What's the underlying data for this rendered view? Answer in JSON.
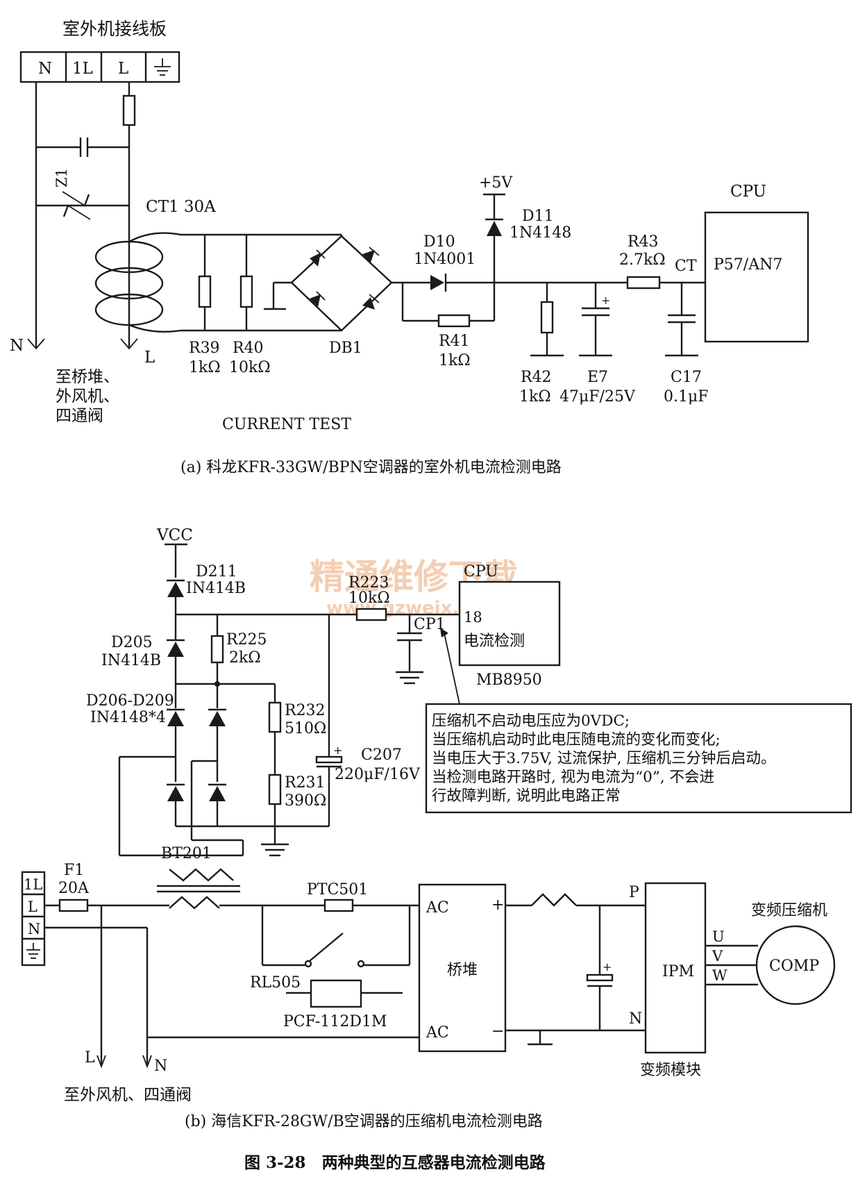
{
  "figure_a": {
    "terminal_block_title": "室外机接线板",
    "terminals": [
      "N",
      "1L",
      "L",
      "⏚"
    ],
    "labels": {
      "z1": "Z1",
      "ct1": "CT1 30A",
      "n_out": "N",
      "l_out": "L",
      "dest_1": "至桥堆、",
      "dest_2": "外风机、",
      "dest_3": "四通阀",
      "r39_name": "R39",
      "r39_val": "1kΩ",
      "r40_name": "R40",
      "r40_val": "10kΩ",
      "db1": "DB1",
      "current_test": "CURRENT TEST",
      "d10_name": "D10",
      "d10_part": "1N4001",
      "plus5v": "+5V",
      "d11_name": "D11",
      "d11_part": "1N4148",
      "r41_name": "R41",
      "r41_val": "1kΩ",
      "r42_name": "R42",
      "r42_val": "1kΩ",
      "e7_name": "E7",
      "e7_val": "47μF/25V",
      "r43_name": "R43",
      "r43_val": "2.7kΩ",
      "ct": "CT",
      "c17_name": "C17",
      "c17_val": "0.1μF",
      "cpu": "CPU",
      "cpu_pin": "P57/AN7",
      "plus_sign": "+"
    },
    "caption": "(a) 科龙KFR-33GW/BPN空调器的室外机电流检测电路"
  },
  "figure_b": {
    "labels": {
      "vcc": "VCC",
      "d211_name": "D211",
      "d211_part": "IN414B",
      "d205_name": "D205",
      "d205_part": "IN414B",
      "d206_name": "D206-D209",
      "d206_part": "IN4148*4",
      "r225_name": "R225",
      "r225_val": "2kΩ",
      "r232_name": "R232",
      "r232_val": "510Ω",
      "r231_name": "R231",
      "r231_val": "390Ω",
      "c207_name": "C207",
      "c207_val": "220μF/16V",
      "r223_name": "R223",
      "r223_val": "10kΩ",
      "cp1": "CP1",
      "cpu": "CPU",
      "cpu_pin": "18",
      "cpu_func": "电流检测",
      "cpu_part": "MB8950",
      "bt201": "BT201",
      "f1_name": "F1",
      "f1_val": "20A",
      "ptc501": "PTC501",
      "rl505": "RL505",
      "pcf": "PCF-112D1M",
      "ac_top": "AC",
      "ac_bot": "AC",
      "bridge": "桥堆",
      "plus": "+",
      "minus": "−",
      "p": "P",
      "n": "N",
      "ipm": "IPM",
      "u": "U",
      "v": "V",
      "w": "W",
      "comp": "COMP",
      "comp_title": "变频压缩机",
      "module": "变频模块",
      "l_out": "L",
      "n_out": "N",
      "dest": "至外风机、四通阀",
      "plus_sign": "+"
    },
    "terminals": [
      "1L",
      "L",
      "N",
      "⏚"
    ],
    "note_lines": [
      "压缩机不启动电压应为0VDC;",
      "当压缩机启动时此电压随电流的变化而变化;",
      "当电压大于3.75V, 过流保护, 压缩机三分钟后启动。",
      "当检测电路开路时, 视为电流为“0”, 不会进",
      "行故障判断, 说明此电路正常"
    ],
    "caption": "(b) 海信KFR-28GW/B空调器的压缩机电流检测电路"
  },
  "watermark": {
    "main": "精通维修下载",
    "url": "www.gzweix.com"
  },
  "figure_caption": "图 3-28　两种典型的互感器电流检测电路"
}
